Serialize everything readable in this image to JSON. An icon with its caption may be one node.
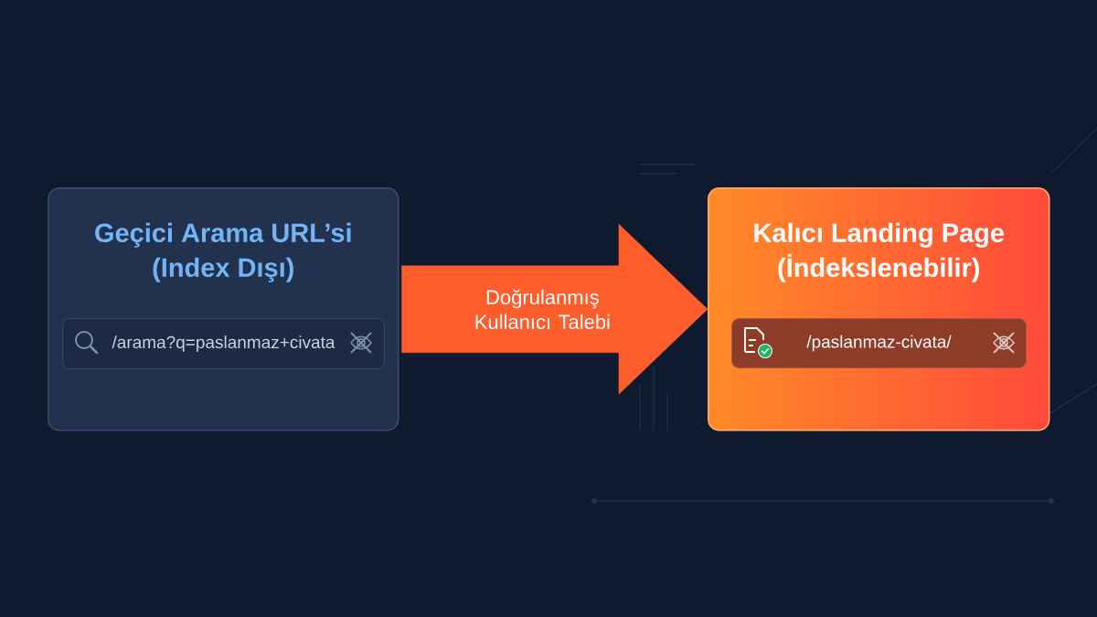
{
  "diagram": {
    "nodes": [
      {
        "text": [
          "Geçici Arama URL’si (Index Dışı)"
        ]
      },
      {
        "text": [
          "/arama?q=paslanmaz+civata"
        ],
        "in": 0
      },
      {
        "text": [
          "Kalıcı Landing Page (İndekslenebilir)"
        ]
      },
      {
        "text": [
          "/paslanmaz-civata/"
        ],
        "in": 2
      }
    ],
    "edges": [
      {
        "from": 0,
        "to": 2,
        "arrow": "to",
        "label": "Doğrulanmış Kullanıcı Talebi"
      }
    ]
  }
}
